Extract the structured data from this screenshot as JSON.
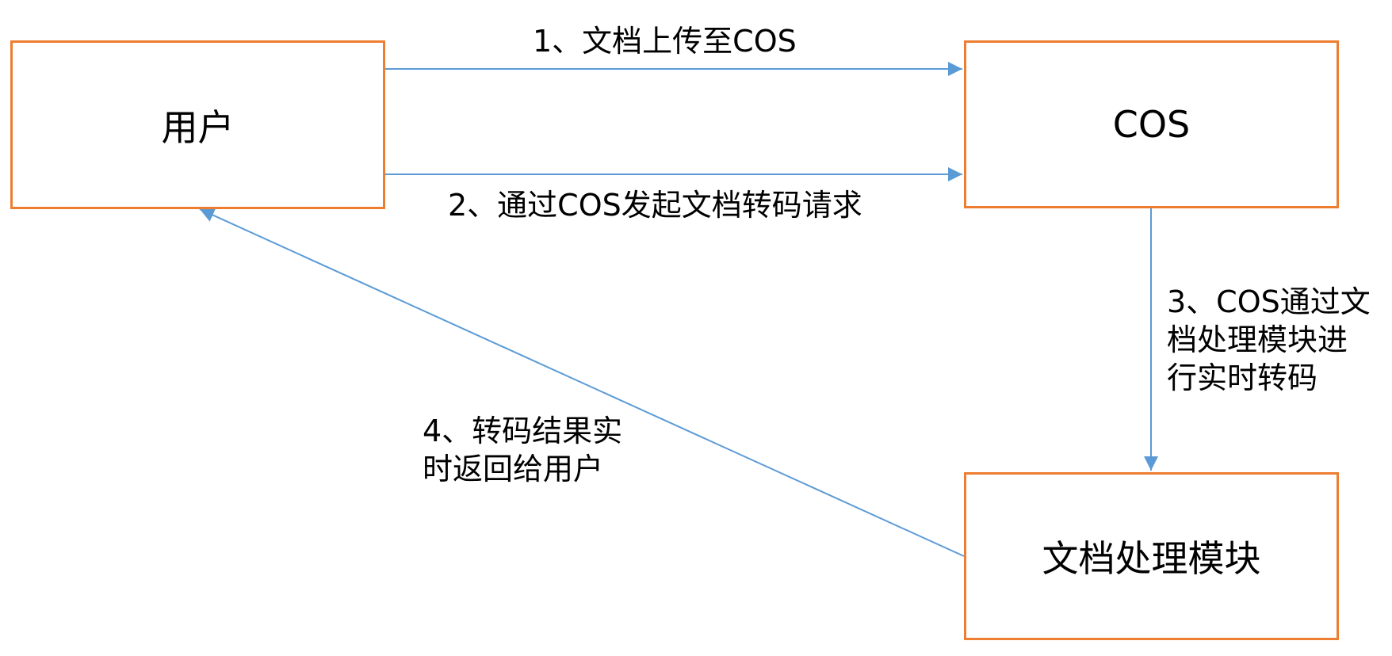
{
  "diagram": {
    "nodes": {
      "user": {
        "label": "用户"
      },
      "cos": {
        "label": "COS"
      },
      "processor": {
        "label": "文档处理模块"
      }
    },
    "edges": {
      "step1": {
        "label": "1、文档上传至COS",
        "from": "user",
        "to": "cos"
      },
      "step2": {
        "label": "2、通过COS发起文档转码请求",
        "from": "user",
        "to": "cos"
      },
      "step3": {
        "lines": [
          "3、COS通过文",
          "档处理模块进",
          "行实时转码"
        ],
        "from": "cos",
        "to": "processor"
      },
      "step4": {
        "lines": [
          "4、转码结果实",
          "时返回给用户"
        ],
        "from": "processor",
        "to": "user"
      }
    },
    "colors": {
      "box_border": "#ED7D31",
      "arrow": "#5B9BD5"
    }
  }
}
